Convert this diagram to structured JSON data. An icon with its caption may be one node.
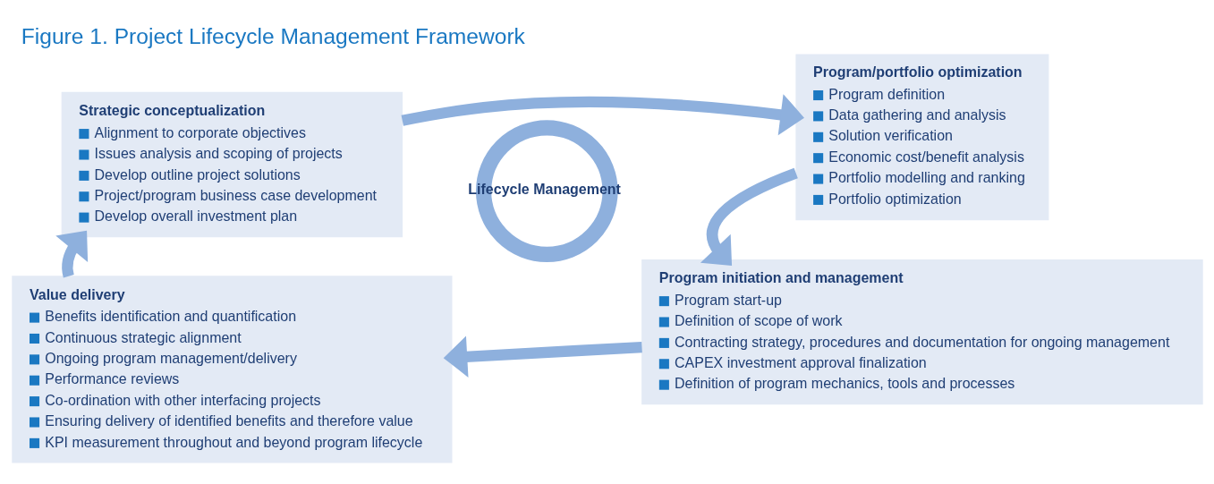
{
  "diagram": {
    "title": "Figure 1. Project Lifecycle Management Framework",
    "nodes": [
      {
        "text": [
          "Strategic conceptualization",
          "Alignment to corporate objectives",
          "Issues analysis and scoping of projects",
          "Develop outline project solutions",
          "Project/program business case development",
          "Develop overall investment plan"
        ]
      },
      {
        "text": [
          "Program/portfolio optimization",
          "Program definition",
          "Data gathering and analysis",
          "Solution verification",
          "Economic cost/benefit analysis",
          "Portfolio modelling and ranking",
          "Portfolio optimization"
        ]
      },
      {
        "text": [
          "Lifecycle Management"
        ]
      },
      {
        "text": [
          "Value delivery",
          "Benefits identification and quantification",
          "Continuous strategic alignment",
          "Ongoing program management/delivery",
          "Performance reviews",
          "Co-ordination with other interfacing projects",
          "Ensuring delivery of identified benefits and therefore value",
          "KPI measurement throughout and beyond program lifecycle"
        ]
      },
      {
        "text": [
          "Program initiation and management",
          "Program start-up",
          "Definition of scope of work",
          "Contracting strategy, procedures and documentation for ongoing management",
          "CAPEX investment approval finalization",
          "Definition of program mechanics, tools and processes"
        ]
      }
    ],
    "edges": [
      {
        "from": 0,
        "to": 1,
        "arrow": "to"
      },
      {
        "from": 1,
        "to": 4,
        "arrow": "to"
      },
      {
        "from": 4,
        "to": 3,
        "arrow": "to"
      },
      {
        "from": 3,
        "to": 0,
        "arrow": "to"
      }
    ]
  }
}
